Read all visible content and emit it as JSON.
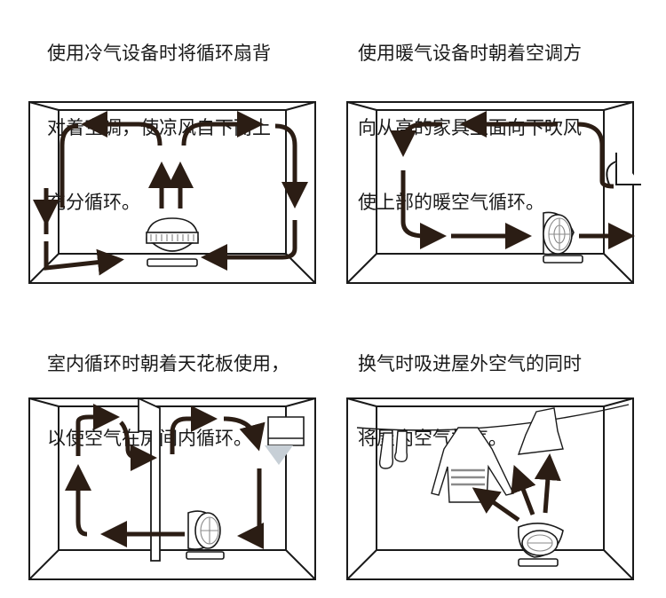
{
  "captions": {
    "cooling": [
      "使用冷气设备时将循环扇背",
      "对着空调，使凉风自下而上",
      "充分循环。"
    ],
    "heating": [
      "使用暖气设备时朝着空调方",
      "向从高的家具上面向下吹风",
      "使上部的暖空气循环。"
    ],
    "indoor": [
      "室内循环时朝着天花板使用，",
      "以使空气在房间内循环。"
    ],
    "ventilation": [
      "换气时吸进屋外空气的同时",
      "将屋内空气排气。"
    ]
  },
  "colors": {
    "line": "#1a1a1a",
    "arrow": "#2b1d14",
    "stripe": "#8a8a8a",
    "cool_air": "#c7cfd6"
  }
}
